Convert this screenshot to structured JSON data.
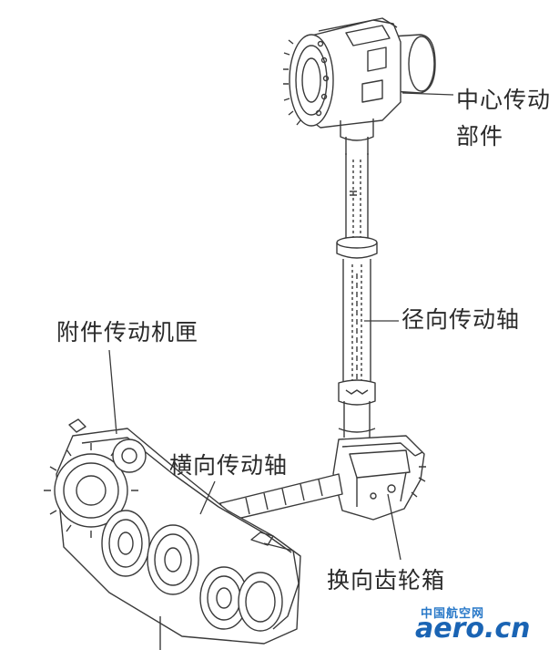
{
  "labels": {
    "center_drive": "中心传动部件",
    "radial_shaft": "径向传动轴",
    "accessory_gearbox": "附件传动机匣",
    "transverse_shaft": "横向传动轴",
    "transfer_gearbox": "换向齿轮箱"
  },
  "watermark": {
    "top_text": "中国航空网",
    "main_text": "aero.cn",
    "color": "#1a64b4"
  },
  "colors": {
    "line": "#3a3a3a",
    "background": "#ffffff"
  }
}
